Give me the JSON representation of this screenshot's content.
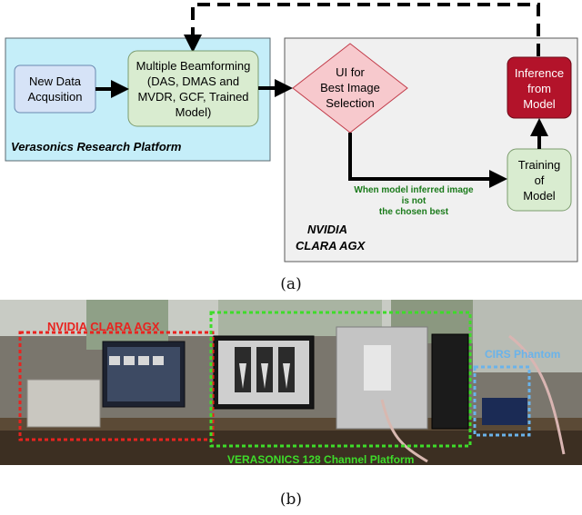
{
  "panel_a": {
    "caption": "(a)",
    "verasonics_region_label": "Verasonics Research Platform",
    "nvidia_region_label_line1": "NVIDIA",
    "nvidia_region_label_line2": "CLARA AGX",
    "nodes": {
      "data_acquisition": [
        "New Data",
        "Acqusition"
      ],
      "beamforming": [
        "Multiple Beamforming",
        "(DAS, DMAS and",
        "MVDR, GCF, Trained",
        "Model)"
      ],
      "ui_selection": [
        "UI for",
        "Best Image",
        "Selection"
      ],
      "inference": [
        "Inference",
        "from",
        "Model"
      ],
      "training": [
        "Training",
        "of",
        "Model"
      ]
    },
    "edge_label": [
      "When model inferred image",
      "is not",
      "the chosen best"
    ]
  },
  "panel_b": {
    "caption": "(b)",
    "labels": {
      "nvidia": "NVIDIA CLARA AGX",
      "cirs": "CIRS Phantom",
      "verasonics": "VERASONICS 128 Channel Platform"
    }
  },
  "colors": {
    "verasonics_bg": "#c5eef9",
    "nvidia_bg": "#f0f0f0",
    "acq_fill": "#d6e3f7",
    "green_fill": "#d9ecd0",
    "inference_fill": "#b3132a",
    "ui_fill": "#f7c9cd",
    "label_green": "#1a7a1a",
    "photo_red": "#e8231f",
    "photo_green": "#3edc2a",
    "photo_blue": "#6ab3ea"
  }
}
